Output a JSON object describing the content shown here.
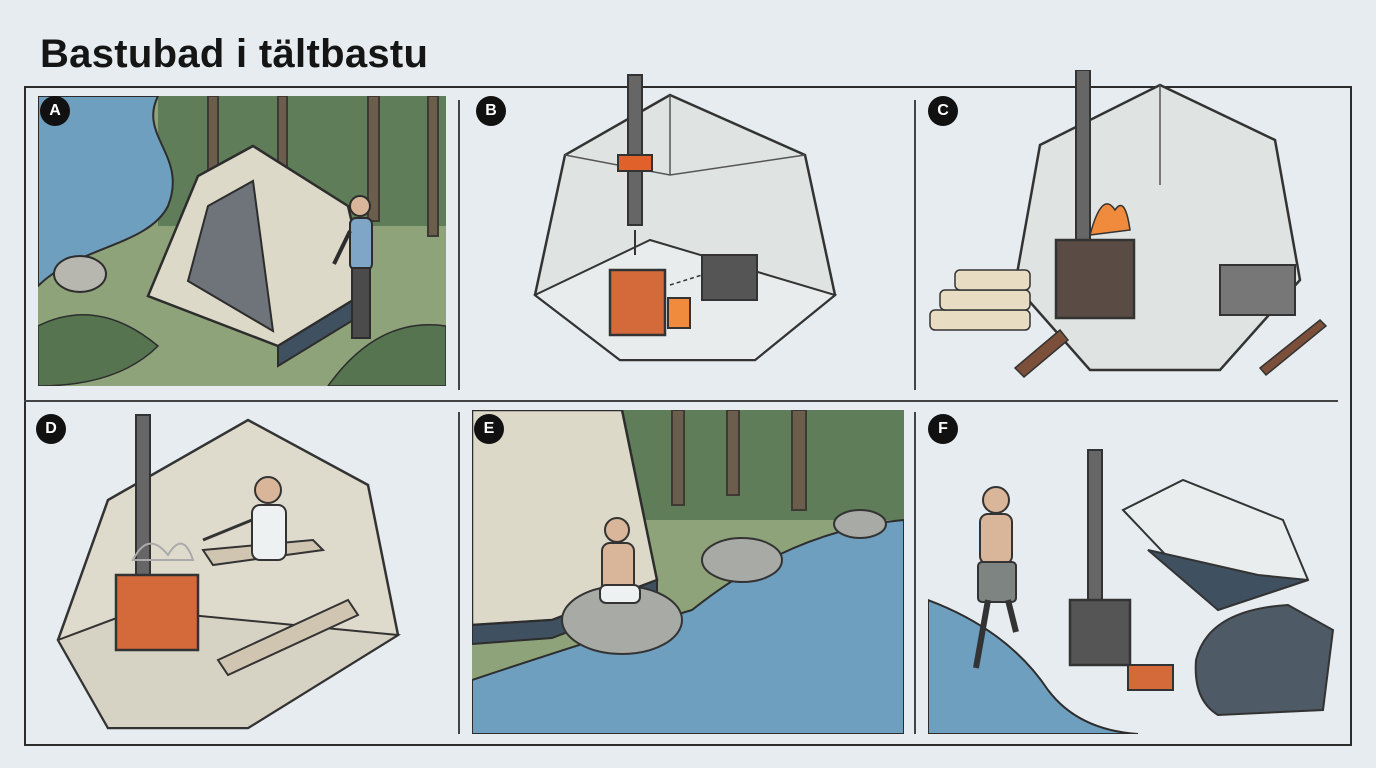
{
  "title": "Bastubad i tältbastu",
  "panels": [
    {
      "label": "A"
    },
    {
      "label": "B"
    },
    {
      "label": "C"
    },
    {
      "label": "D"
    },
    {
      "label": "E"
    },
    {
      "label": "F"
    }
  ],
  "colors": {
    "background": "#e6ecef",
    "ink": "#2d2d2d",
    "forest": "#6b8862",
    "water": "#6f9fbf",
    "tent": "#ddd9c8",
    "stove": "#4a4a4a",
    "ember": "#e0612a",
    "grass": "#8fa37a"
  }
}
